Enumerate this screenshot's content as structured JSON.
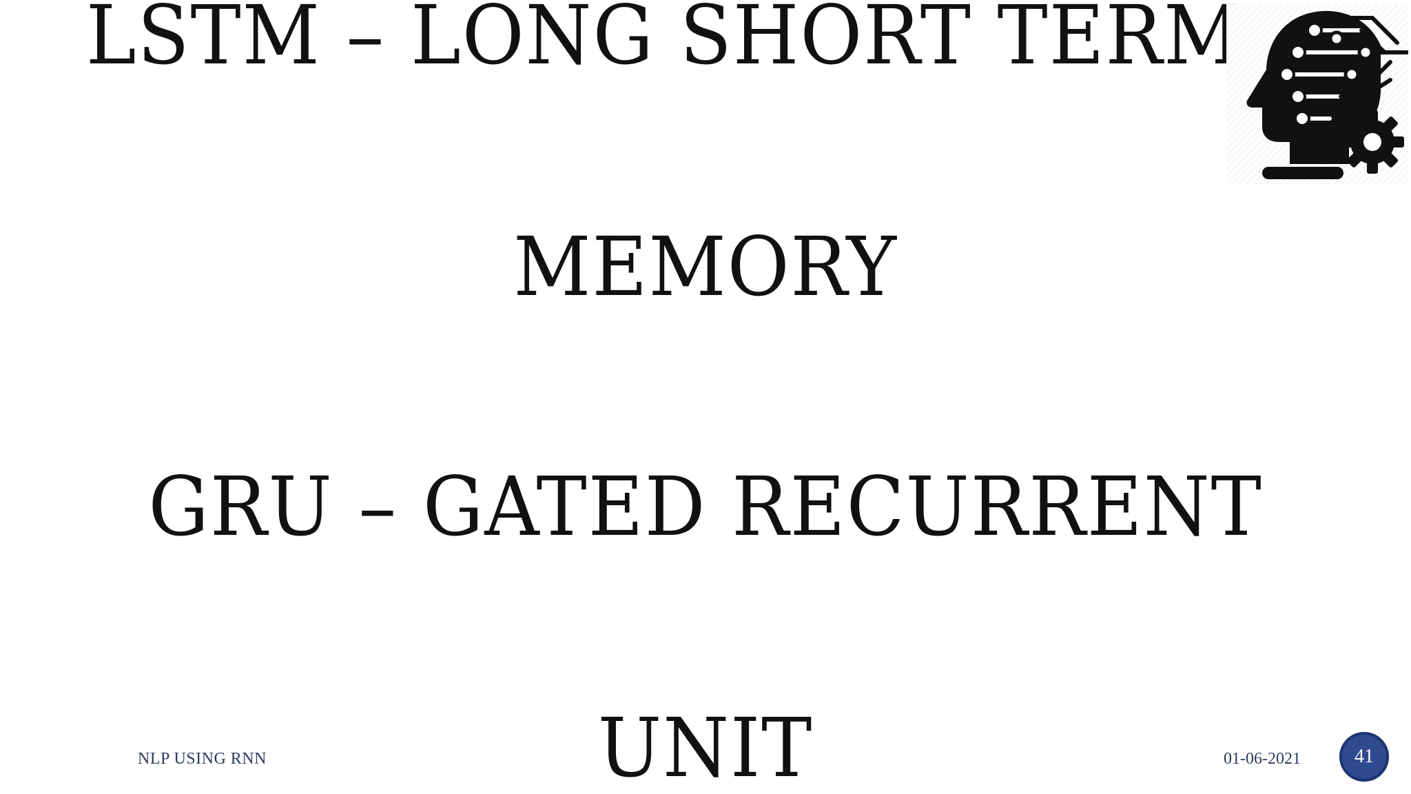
{
  "slide": {
    "lines": [
      "LSTM – LONG SHORT TERM",
      "MEMORY",
      "GRU – GATED RECURRENT",
      "UNIT"
    ],
    "footer_left": "NLP USING RNN",
    "footer_date": "01-06-2021",
    "page_number": "41",
    "logo_icon": "ai-head-circuit-gear-icon"
  },
  "colors": {
    "text": "#111111",
    "footer_text": "#2e3a5c",
    "badge_fill": "#2f4a8f"
  }
}
